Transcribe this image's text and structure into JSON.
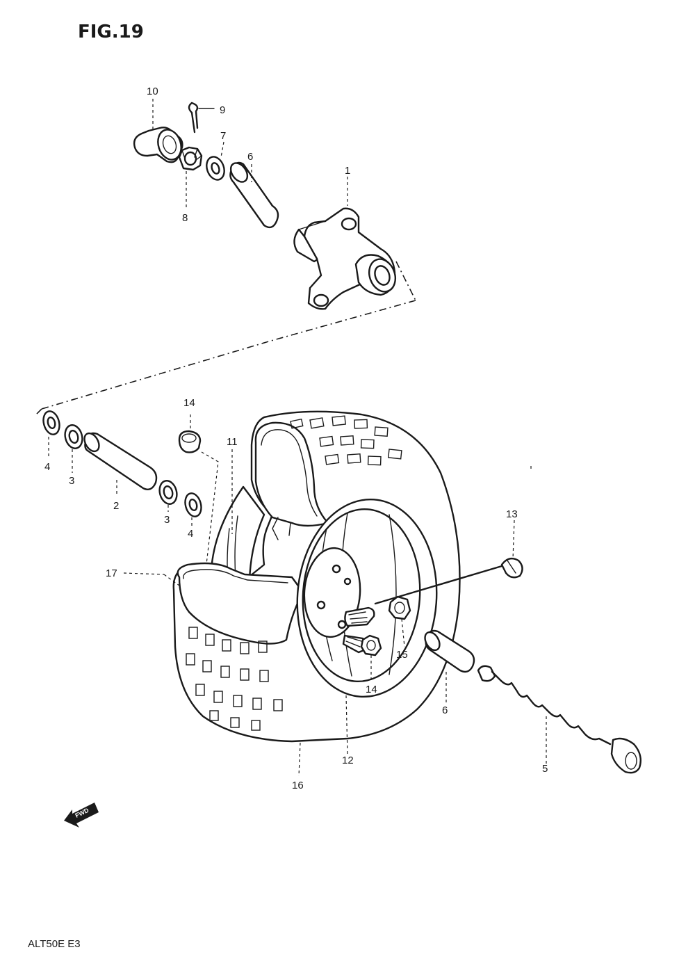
{
  "figure_title": "FIG.19",
  "footer_code": "ALT50E E3",
  "fwd_label": "FWD",
  "callouts": {
    "c1": "1",
    "c2": "2",
    "c3a": "3",
    "c3b": "3",
    "c4a": "4",
    "c4b": "4",
    "c5": "5",
    "c6a": "6",
    "c6b": "6",
    "c7": "7",
    "c8": "8",
    "c9": "9",
    "c10": "10",
    "c11": "11",
    "c12": "12",
    "c13": "13",
    "c14a": "14",
    "c14b": "14",
    "c15": "15",
    "c16": "16",
    "c17": "17"
  },
  "icons": {
    "fwd_arrow": "fwd-arrow-icon"
  }
}
